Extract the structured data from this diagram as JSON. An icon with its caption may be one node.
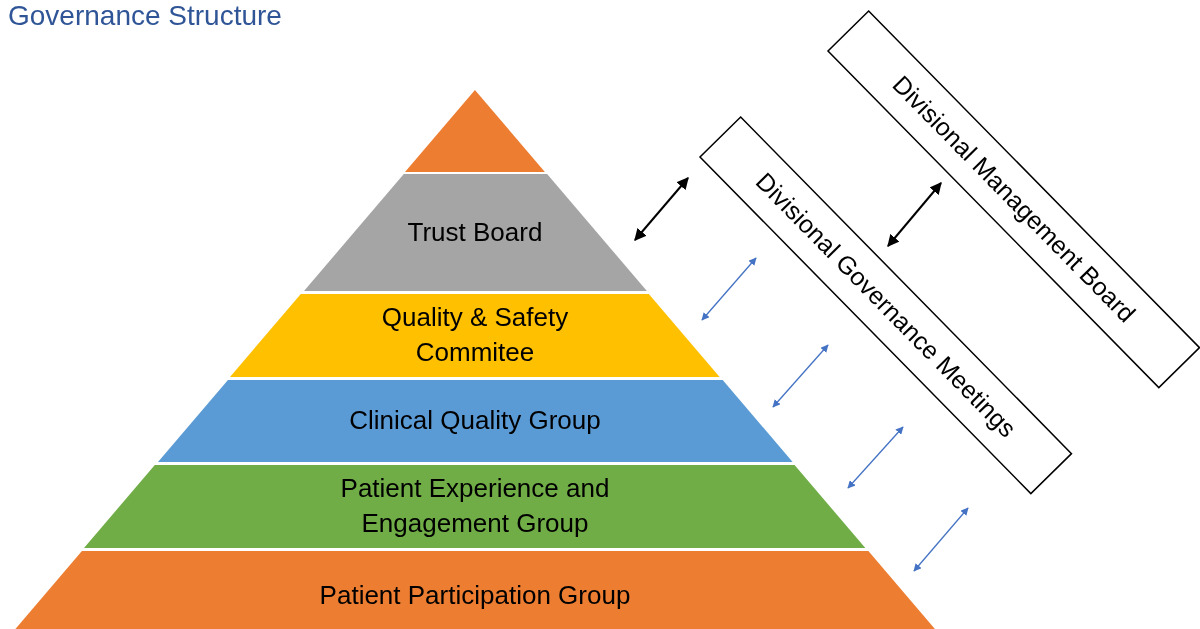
{
  "diagram": {
    "title": "Governance Structure",
    "nodes": [
      {
        "text": [],
        "shape": "triangle"
      },
      {
        "text": [
          "Trust Board"
        ]
      },
      {
        "text": [
          "Quality & Safety Commitee"
        ]
      },
      {
        "text": [
          "Clinical Quality Group"
        ]
      },
      {
        "text": [
          "Patient Experience and Engagement Group"
        ]
      },
      {
        "text": [
          "Patient Participation Group"
        ]
      },
      {
        "text": [
          "Divisional Governance Meetings"
        ]
      },
      {
        "text": [
          "Divisional Management Board"
        ]
      }
    ],
    "edges": [
      {
        "from": 1,
        "to": 6,
        "arrow": "both",
        "color": "#000000"
      },
      {
        "from": 2,
        "to": 6,
        "arrow": "both"
      },
      {
        "from": 3,
        "to": 6,
        "arrow": "both"
      },
      {
        "from": 4,
        "to": 6,
        "arrow": "both"
      },
      {
        "from": 5,
        "to": 6,
        "arrow": "both"
      },
      {
        "from": 6,
        "to": 7,
        "arrow": "both",
        "color": "#000000"
      }
    ]
  }
}
